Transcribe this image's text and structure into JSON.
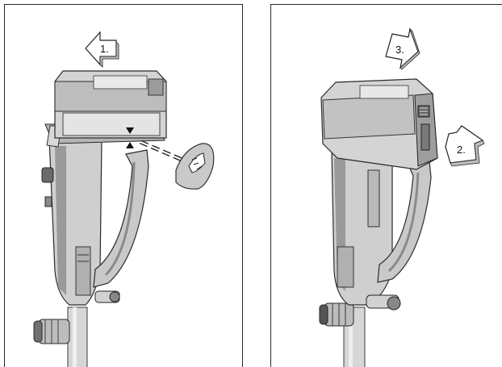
{
  "steps": {
    "step1": "1.",
    "step2": "2.",
    "step3": "3."
  },
  "colors": {
    "body_light": "#e2e2e2",
    "body_mid": "#c4c4c4",
    "body_dark": "#8c8c8c",
    "outline": "#3a3a3a",
    "shadow": "#555555"
  },
  "icons": {
    "arrow_left": "arrow-left-icon",
    "arrow_up_right": "arrow-up-right-icon",
    "arrow_down_right": "arrow-down-right-icon",
    "push_button": "push-button-icon"
  }
}
